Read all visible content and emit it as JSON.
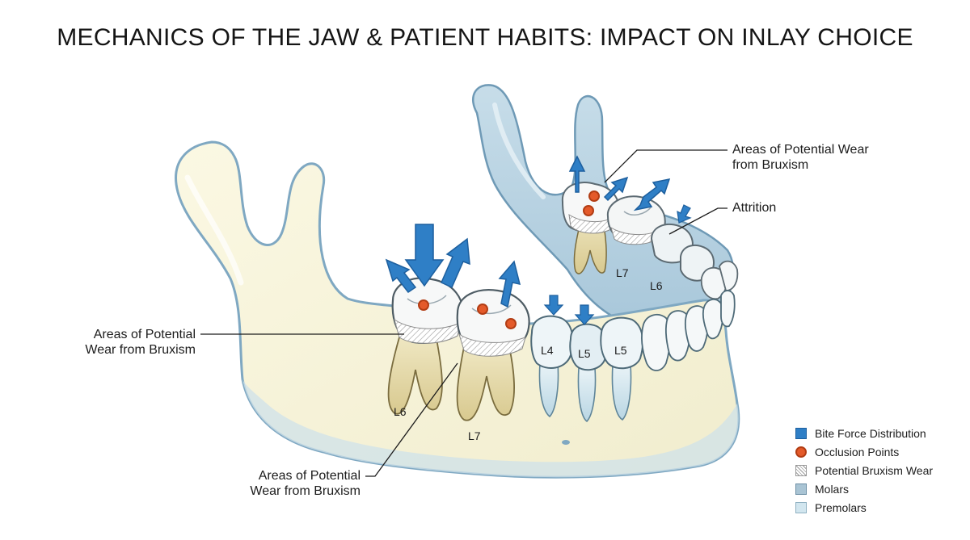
{
  "title": "MECHANICS OF THE JAW & PATIENT HABITS: IMPACT ON INLAY CHOICE",
  "callouts": {
    "upper_wear": [
      "Areas of Potential Wear",
      "from Bruxism"
    ],
    "attrition": "Attrition",
    "left_wear": [
      "Areas of Potential",
      "Wear from Bruxism"
    ],
    "bottom_wear": [
      "Areas of Potential",
      "Wear from Bruxism"
    ]
  },
  "tooth_labels": {
    "lower_l6": "L6",
    "lower_l7": "L7",
    "lower_l4": "L4",
    "lower_l5_a": "L5",
    "lower_l5_b": "L5",
    "upper_l7": "L7",
    "upper_l6": "L6"
  },
  "legend": [
    {
      "label": "Bite Force Distribution",
      "color": "#2f7fc6"
    },
    {
      "label": "Occlusion Points",
      "color": "#e45a2a"
    },
    {
      "label": "Potential Bruxism Wear",
      "color": "#9a9a9a"
    },
    {
      "label": "Molars",
      "color": "#a9c4d4"
    },
    {
      "label": "Premolars",
      "color": "#d2e6ef"
    }
  ],
  "colors": {
    "force_arrow": "#2f7fc6",
    "occlusion_point": "#e45a2a",
    "bone": "#f7f3d8",
    "bone_outline": "#7fa8c2",
    "enamel": "#f4f6f6"
  }
}
